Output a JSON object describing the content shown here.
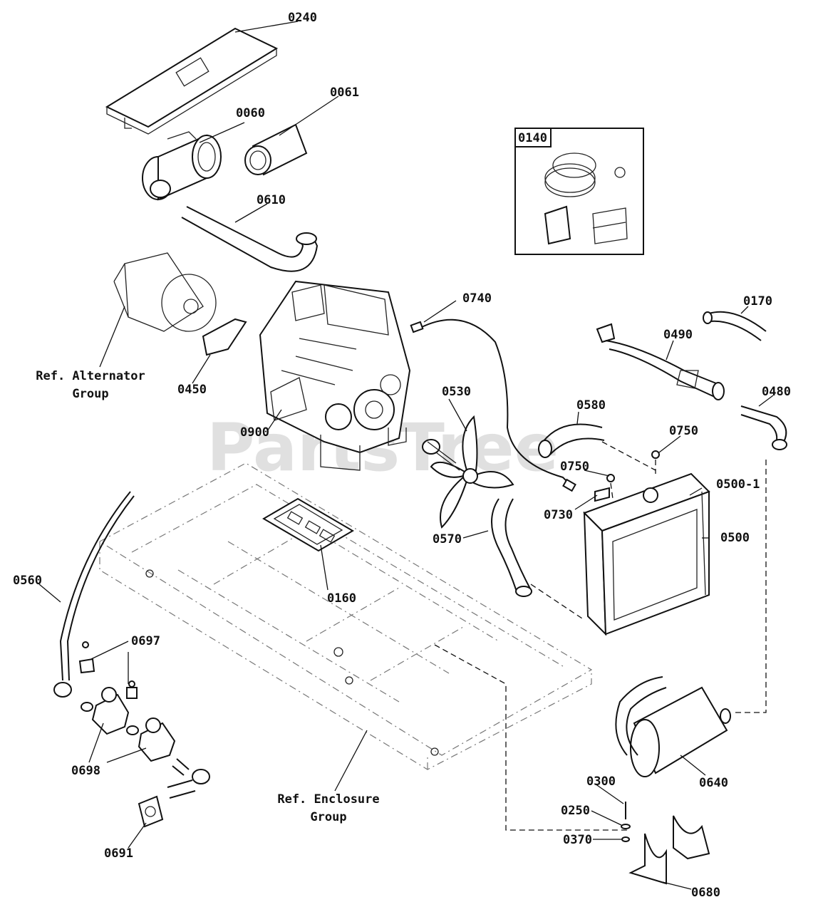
{
  "watermark": "PartsTree",
  "inset": {
    "label": "0140"
  },
  "callouts": {
    "c0240": "0240",
    "c0060": "0060",
    "c0061": "0061",
    "c0610": "0610",
    "c0740": "0740",
    "c0170": "0170",
    "c0490": "0490",
    "c0450": "0450",
    "c0530": "0530",
    "c0580": "0580",
    "c0480": "0480",
    "c0900": "0900",
    "c0750a": "0750",
    "c0750b": "0750",
    "c0500_1": "0500-1",
    "c0730": "0730",
    "c0500": "0500",
    "c0570": "0570",
    "c0560": "0560",
    "c0160": "0160",
    "c0697": "0697",
    "c0698": "0698",
    "c0640": "0640",
    "c0300": "0300",
    "c0250": "0250",
    "c0370": "0370",
    "c0691": "0691",
    "c0680": "0680"
  },
  "references": {
    "alternator_line1": "Ref. Alternator",
    "alternator_line2": "Group",
    "enclosure_line1": "Ref. Enclosure",
    "enclosure_line2": "Group"
  }
}
